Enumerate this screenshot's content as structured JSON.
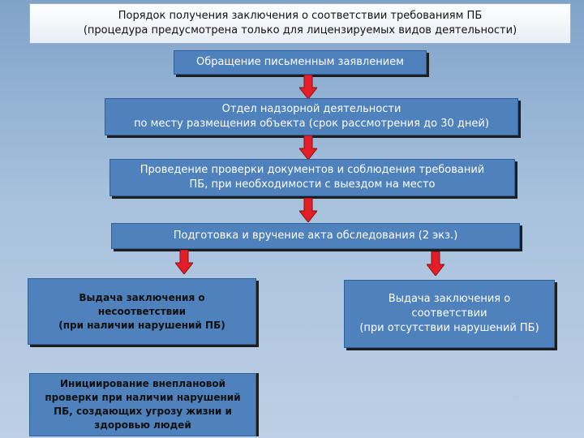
{
  "title": {
    "line1": "Порядок получения заключения о соответствии требованиям ПБ",
    "line2": "(процедура предусмотрена только для лицензируемых видов деятельности)"
  },
  "step1": {
    "text": "Обращение письменным заявлением"
  },
  "step2": {
    "line1": "Отдел надзорной деятельности",
    "line2": "по месту  размещения объекта (срок рассмотрения до 30 дней)"
  },
  "step3": {
    "line1": "Проведение проверки документов и соблюдения требований",
    "line2": "ПБ, при необходимости с выездом на место"
  },
  "step4": {
    "text": "Подготовка и вручение акта обследования (2 экз.)"
  },
  "nonconformity": {
    "line1": "Выдача заключения о",
    "line2": "несоответствии",
    "line3": "(при наличии нарушений ПБ)"
  },
  "conformity": {
    "line1": "Выдача заключения о",
    "line2": "соответствии",
    "line3": "(при отсутствии нарушений ПБ)"
  },
  "unscheduled": {
    "line1": "Инициирование внеплановой",
    "line2": "проверки при наличии нарушений",
    "line3": "ПБ, создающих угрозу жизни и",
    "line4": "здоровью людей"
  },
  "colors": {
    "box": "#4f81bd",
    "arrow": "#e41e26",
    "background": "#a7c1dd"
  }
}
